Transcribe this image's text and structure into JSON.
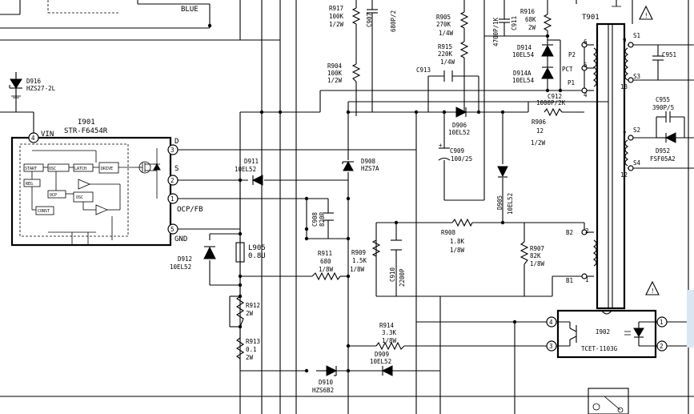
{
  "top_labels": {
    "blue": "BLUE"
  },
  "d916": {
    "ref": "D916",
    "part": "HZS27-2L"
  },
  "ic901": {
    "ref": "I901",
    "part": "STR-F6454R"
  },
  "ic_pins": {
    "vin": "VIN",
    "d": "D",
    "s": "S",
    "ocp_fb": "OCP/FB",
    "gnd": "GND"
  },
  "pin_numbers": {
    "p1": "1",
    "p2": "2",
    "p3": "3",
    "p4": "4",
    "p5": "5"
  },
  "r917": {
    "ref": "R917",
    "value": "100K",
    "rating": "1/2W"
  },
  "c907": {
    "ref": "C907",
    "value": "680P/2"
  },
  "r904": {
    "ref": "R904",
    "value": "100K",
    "rating": "1/2W"
  },
  "d911": {
    "ref": "D911",
    "part": "10EL52"
  },
  "d908": {
    "ref": "D908",
    "part": "HZS7A"
  },
  "r905": {
    "ref": "R905",
    "value": "270K",
    "rating": "1/4W"
  },
  "r915": {
    "ref": "R915",
    "value": "220K",
    "rating": "1/4W"
  },
  "c913": {
    "ref": "C913"
  },
  "c911": {
    "ref": "C911",
    "value": "4700P/1K"
  },
  "r916": {
    "ref": "R916",
    "value": "68K",
    "rating": "2W"
  },
  "d914": {
    "ref": "D914",
    "part": "10EL54"
  },
  "d914a": {
    "ref": "D914A",
    "part": "10EL54"
  },
  "c912": {
    "ref": "C912",
    "value": "1000P/2K"
  },
  "d906": {
    "ref": "D906",
    "part": "10EL52"
  },
  "r906": {
    "ref": "R906",
    "value": "12",
    "rating": "1/2W"
  },
  "c909": {
    "ref": "C909",
    "value": "100/25"
  },
  "d905": {
    "ref": "D905",
    "part": "10EL52"
  },
  "c908": {
    "ref": "C908",
    "value": "820P"
  },
  "l905": {
    "ref": "L905",
    "value": "0.8U"
  },
  "d912": {
    "ref": "D912",
    "part": "10EL52"
  },
  "r911": {
    "ref": "R911",
    "value": "680",
    "rating": "1/8W"
  },
  "r909": {
    "ref": "R909",
    "value": "1.5K",
    "rating": "1/8W"
  },
  "c910": {
    "ref": "C910",
    "value": "2200P"
  },
  "r908": {
    "ref": "R908",
    "value": "1.8K",
    "rating": "1/8W"
  },
  "r907": {
    "ref": "R907",
    "value": "82K",
    "rating": "1/8W"
  },
  "r912": {
    "ref": "R912",
    "value": "2W"
  },
  "r913": {
    "ref": "R913",
    "value": "0.1",
    "rating": "2W"
  },
  "r914": {
    "ref": "R914",
    "value": "3.3K",
    "rating": "1/8W"
  },
  "d909": {
    "ref": "D909",
    "part": "10EL52"
  },
  "d910": {
    "ref": "D910",
    "part": "HZS6B2"
  },
  "t901": {
    "ref": "T901",
    "pins": {
      "p2": "P2",
      "pct": "PCT",
      "p1": "P1",
      "b2": "B2",
      "b1": "B1",
      "s1": "S1",
      "s3": "S3",
      "s2": "S2",
      "s4": "S4"
    },
    "pin_numbers": {
      "n6": "6",
      "n5": "5",
      "n4": "4",
      "n2": "2",
      "n1": "1",
      "n9": "9",
      "n13": "13",
      "n7": "7",
      "n12": "12"
    }
  },
  "c951": {
    "ref": "C951"
  },
  "c955": {
    "ref": "C955",
    "value": "390P/5"
  },
  "d952": {
    "ref": "D952",
    "part": "FSF05A2"
  },
  "i902": {
    "ref": "I902",
    "part": "TCET-1103G",
    "pins": {
      "p4": "4",
      "p3": "3",
      "p1": "1",
      "p2": "2"
    }
  },
  "warnings": {
    "mark": "!"
  }
}
